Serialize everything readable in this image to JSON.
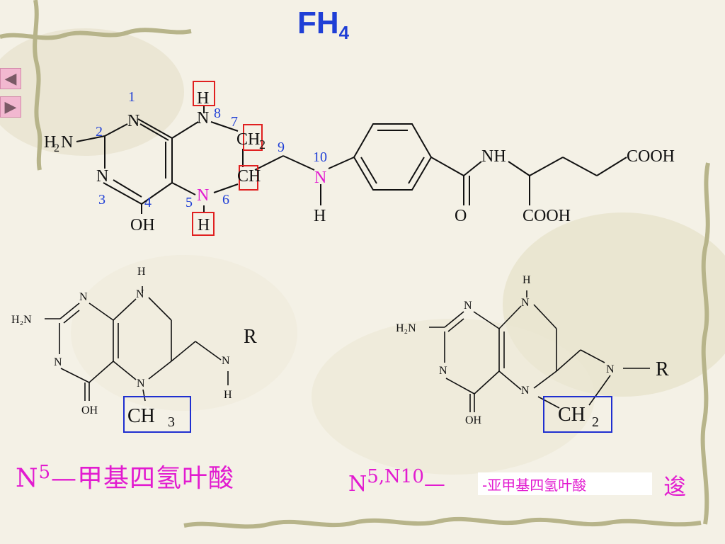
{
  "title": {
    "main": "FH",
    "sub": "4"
  },
  "nav": {
    "prev_icon": "◀",
    "next_icon": "▶"
  },
  "colors": {
    "title": "#1f3fd6",
    "magenta": "#e21bd0",
    "number": "#1f3fd6",
    "red_box": "#e02020",
    "blue_box": "#1f2fd0"
  },
  "fh4": {
    "N1": "N",
    "N3": "N",
    "N8": "N",
    "N5": "N",
    "N10": "N",
    "H8": "H",
    "H5": "H",
    "H10": "H",
    "C7": "CH",
    "C7_sub": "2",
    "C6": "CH",
    "H2N_main": "H",
    "H2N_sub": "2",
    "H2N_tail": "N",
    "OH": "OH",
    "NH": "NH",
    "O": "O",
    "COOH_top": "COOH",
    "COOH_bot": "COOH",
    "num1": "1",
    "num2": "2",
    "num3": "3",
    "num4": "4",
    "num5": "5",
    "num6": "6",
    "num7": "7",
    "num8": "8",
    "num9": "9",
    "num10": "10"
  },
  "methyl": {
    "H2N": "H₂N",
    "N1": "N",
    "N3": "N",
    "N8": "N",
    "H8": "H",
    "N5": "N",
    "N10": "N",
    "H10": "H",
    "R": "R",
    "OH": "OH",
    "CH": "CH",
    "CH_sub": "3"
  },
  "methylene": {
    "H2N": "H₂N",
    "N1": "N",
    "N3": "N",
    "N8": "N",
    "H8": "H",
    "N5": "N",
    "N10": "N",
    "R": "R",
    "OH": "OH",
    "CH": "CH",
    "CH_sub": "2"
  },
  "labels": {
    "n5_prefix": "N",
    "n5_sup": "5",
    "n5_text": "—甲基四氢叶酸",
    "n510_prefix": "N",
    "n510_sup": "5,N10",
    "n510_dash": "—",
    "n510_box": "-亚甲基四氢叶酸",
    "n510_tail": "逡"
  }
}
